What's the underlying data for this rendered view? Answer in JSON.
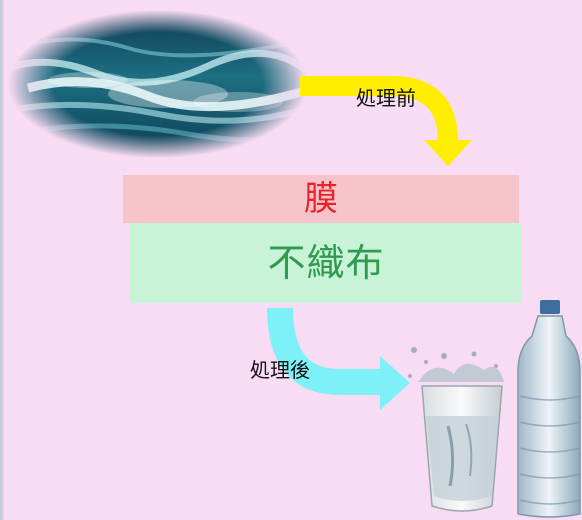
{
  "diagram": {
    "label_before": "処理前",
    "label_after": "処理後",
    "membrane_label": "膜",
    "fabric_label": "不織布"
  },
  "colors": {
    "background": "#f7dcf3",
    "membrane_fill": "#f7c4cc",
    "membrane_text": "#e8232a",
    "fabric_fill": "#c9f3d7",
    "fabric_text": "#2f9a50",
    "arrow_before": "#ffee00",
    "arrow_after": "#7df0f8"
  },
  "icons": {
    "sea": "ocean-wave-photo",
    "water": "glass-and-bottle-photo"
  }
}
